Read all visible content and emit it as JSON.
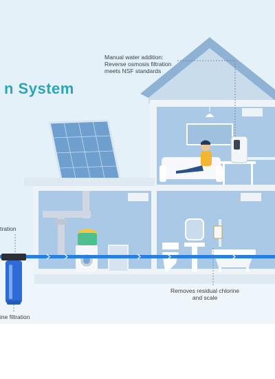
{
  "title": {
    "text": "n  System"
  },
  "callouts": {
    "top": [
      "Manual water addition:",
      "Reverse osmosis filtration",
      "meets NSF standards"
    ],
    "left_top": "tration",
    "left_bottom": "ine filtration",
    "right": [
      "Removes residual chlorine",
      "and scale"
    ]
  },
  "colors": {
    "sky": "#dbeef8",
    "wall": "#a9c9e6",
    "frame": "#eef3f8",
    "roof": "#8fb3d4",
    "pipe": "#2a7de1",
    "filter": "#2f6bd6",
    "title": "#2aa6b8"
  },
  "icons": [
    "solar-panel-icon",
    "washing-machine-icon",
    "toilet-icon",
    "bathtub-icon",
    "sink-icon",
    "sofa-icon",
    "person-icon",
    "ro-purifier-icon",
    "water-filter-icon",
    "shower-filter-icon"
  ]
}
